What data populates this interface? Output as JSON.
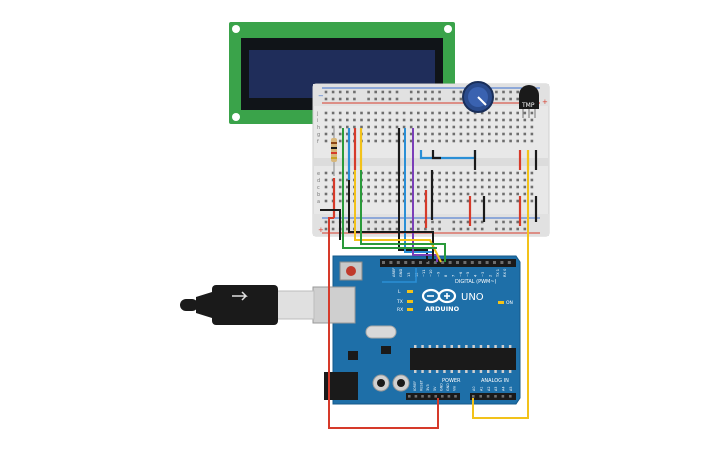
{
  "board": {
    "logo_text": "ARDUINO",
    "model": "UNO",
    "digital_header": "DIGITAL (PWM~)",
    "power_header": "POWER",
    "analog_header": "ANALOG IN",
    "tx_label": "TX",
    "rx_label": "RX",
    "l_label": "L",
    "on_label": "ON",
    "aref_label": "AREF",
    "gnd_label": "GND",
    "digital_pins": [
      "13",
      "12",
      "~11",
      "~10",
      "~9",
      "8",
      "7",
      "~6",
      "~5",
      "4",
      "~3",
      "2",
      "TX 1",
      "RX 0"
    ],
    "power_pins": [
      "IOREF",
      "RESET",
      "3V3",
      "5V",
      "GND",
      "GND",
      "Vin"
    ],
    "analog_pins": [
      "A0",
      "A1",
      "A2",
      "A3",
      "A4",
      "A5"
    ]
  },
  "sensor": {
    "label": "TMP"
  },
  "lcd": {
    "pin_count": 16
  },
  "breadboard": {
    "row_labels_top": [
      "j",
      "i",
      "h",
      "g",
      "f"
    ],
    "row_labels_bottom": [
      "e",
      "d",
      "c",
      "b",
      "a"
    ],
    "rail_minus": "−",
    "rail_plus": "+"
  },
  "colors": {
    "board_blue": "#1e6fa8",
    "lcd_green": "#3aa34a",
    "lcd_screen": "#1f2d5a",
    "wire_red": "#d63a2a",
    "wire_black": "#1a1a1a",
    "wire_yellow": "#f2c21a",
    "wire_green": "#2a9a3a",
    "wire_blue": "#2a8fd6",
    "wire_purple": "#7b3fb8",
    "wire_white": "#e8e8e8"
  }
}
